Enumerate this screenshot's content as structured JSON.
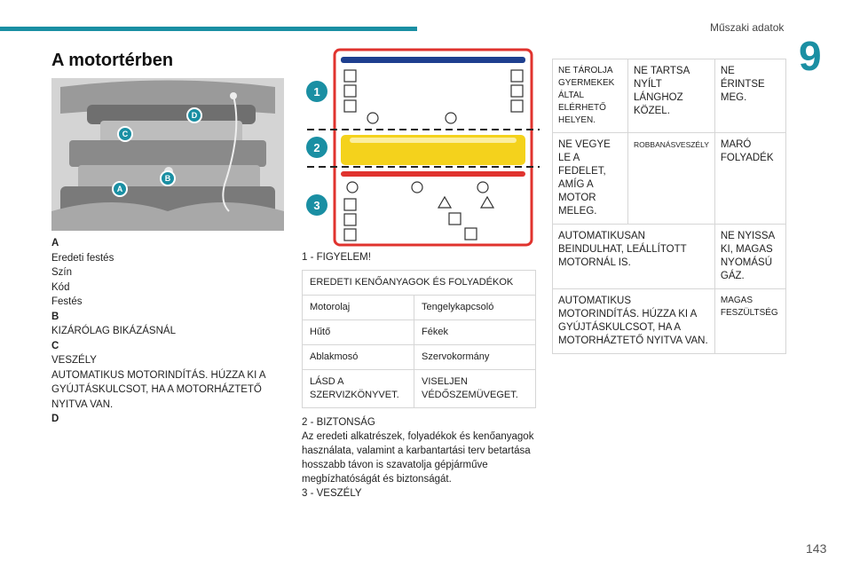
{
  "header": {
    "section_title": "Műszaki adatok",
    "chapter": "9",
    "page_number": "143"
  },
  "page_title": "A motortérben",
  "photo": {
    "badges": [
      "A",
      "B",
      "C",
      "D"
    ]
  },
  "legend": [
    {
      "key": "A",
      "lines": [
        "Eredeti festés",
        "Szín",
        "Kód",
        "Festés"
      ]
    },
    {
      "key": "B",
      "lines": [
        "KIZÁRÓLAG BIKÁZÁSNÁL"
      ]
    },
    {
      "key": "C",
      "lines": [
        "VESZÉLY",
        "AUTOMATIKUS MOTORINDÍTÁS. HÚZZA KI A GYÚJTÁSKULCSOT, HA A MOTORHÁZTETŐ NYITVA VAN."
      ]
    },
    {
      "key": "D",
      "lines": []
    }
  ],
  "diagram": {
    "markers": [
      "1",
      "2",
      "3"
    ],
    "colors": {
      "blue": "#1e3f8f",
      "yellow": "#f4d21c",
      "red": "#e0332e",
      "teal": "#1a8fa3"
    }
  },
  "middle": {
    "label1": "1 - FIGYELEM!",
    "table_header": "EREDETI KENŐANYAGOK ÉS FOLYADÉKOK",
    "rows": [
      [
        "Motorolaj",
        "Tengelykapcsoló"
      ],
      [
        "Hűtő",
        "Fékek"
      ],
      [
        "Ablakmosó",
        "Szervokormány"
      ],
      [
        "LÁSD A SZERVIZKÖNYVET.",
        "VISELJEN VÉDŐSZEMÜVEGET."
      ]
    ],
    "label2": "2 - BIZTONSÁG",
    "paragraph": "Az eredeti alkatrészek, folyadékok és kenőanyagok használata, valamint a karbantartási terv betartása hosszabb távon is szavatolja gépjárműve megbízhatóságát és biztonságát.",
    "label3": "3 - VESZÉLY"
  },
  "right_table": {
    "row1": [
      "NE TÁROLJA GYERMEKEK ÁLTAL ELÉRHETŐ HELYEN.",
      "NE TARTSA NYÍLT LÁNGHOZ KÖZEL.",
      "NE ÉRINTSE MEG."
    ],
    "row2": [
      "NE VEGYE LE A FEDELET, AMÍG A MOTOR MELEG.",
      "ROBBANÁSVESZÉLY",
      "MARÓ FOLYADÉK"
    ],
    "row3": [
      "AUTOMATIKUSAN BEINDULHAT, LEÁLLÍTOTT MOTORNÁL IS.",
      "NE NYISSA KI, MAGAS NYOMÁSÚ GÁZ."
    ],
    "row4": [
      "AUTOMATIKUS MOTORINDÍTÁS. HÚZZA KI A GYÚJTÁSKULCSOT, HA A MOTORHÁZTETŐ NYITVA VAN.",
      "MAGAS FESZÜLTSÉG"
    ]
  }
}
